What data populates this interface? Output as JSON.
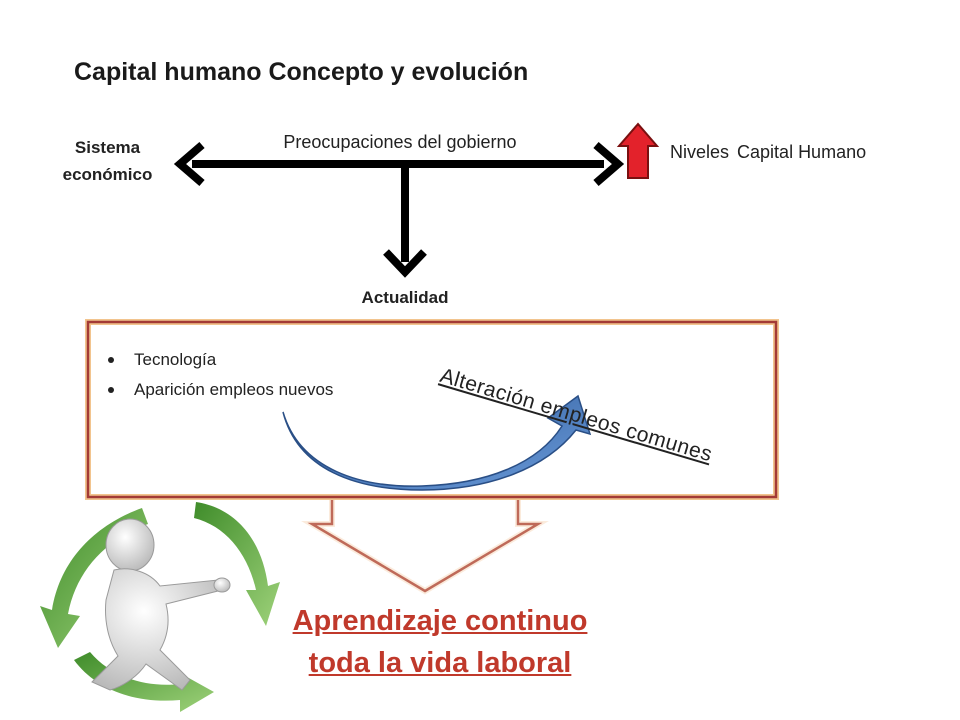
{
  "title": "Capital humano Concepto y evolución",
  "left_label": {
    "line1": "Sistema",
    "line2": "económico"
  },
  "center_label": "Preocupaciones del gobierno",
  "right_label": {
    "word1": "Niveles",
    "word2": "Capital Humano"
  },
  "down_label": "Actualidad",
  "bullets": [
    "Tecnología",
    "Aparición empleos nuevos"
  ],
  "curved_arrow_label": "Alteración empleos comunes",
  "conclusion": {
    "line1": "Aprendizaje continuo",
    "line2": "toda la vida laboral"
  },
  "colors": {
    "arrow_black": "#000000",
    "up_arrow_red": "#e3222b",
    "box_border": "#a33a36",
    "curved_arrow_blue": "#4a80c6",
    "conclusion_text": "#c0392b",
    "cycle_green": "#5aa535"
  },
  "icons": [
    "up-arrow-icon",
    "curved-arrow-icon",
    "running-figure-icon",
    "cycle-arrows-icon"
  ]
}
